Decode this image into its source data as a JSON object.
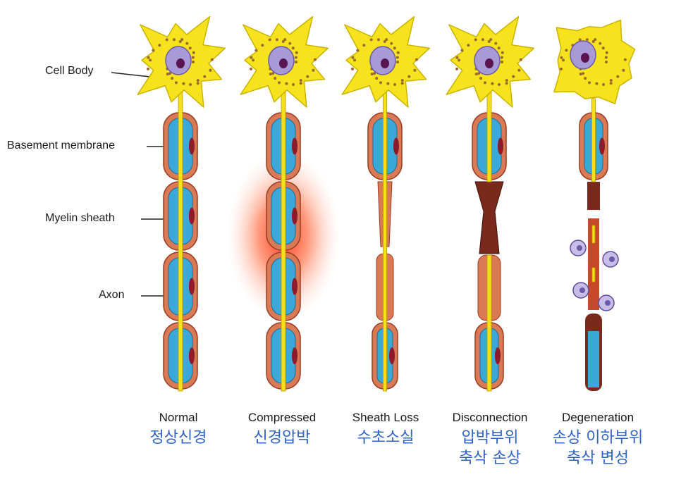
{
  "labels": {
    "cell_body": "Cell Body",
    "basement_membrane": "Basement membrane",
    "myelin_sheath": "Myelin sheath",
    "axon": "Axon"
  },
  "stages": [
    {
      "key": "normal",
      "en": "Normal",
      "ko1": "정상신경",
      "ko2": ""
    },
    {
      "key": "compressed",
      "en": "Compressed",
      "ko1": "신경압박",
      "ko2": ""
    },
    {
      "key": "sheath-loss",
      "en": "Sheath Loss",
      "ko1": "수초소실",
      "ko2": ""
    },
    {
      "key": "disconnection",
      "en": "Disconnection",
      "ko1": "압박부위",
      "ko2": "축삭 손상"
    },
    {
      "key": "degeneration",
      "en": "Degeneration",
      "ko1": "손상 이하부위",
      "ko2": "축삭 변성"
    }
  ],
  "colors": {
    "cell": "#f6e21d",
    "cell_edge": "#c9b400",
    "dots": "#9c6a2f",
    "nucleus": "#a89ad6",
    "nucleolus": "#5a1450",
    "schwann": "#d97a55",
    "schwann_edge": "#9a3c24",
    "myelin": "#3aa9d9",
    "axon": "#f4e018",
    "damage": "#7a2a1c",
    "macrophage": "#c7bde8",
    "pressure": "#ff3a1a",
    "korean_text": "#2f63c6"
  }
}
